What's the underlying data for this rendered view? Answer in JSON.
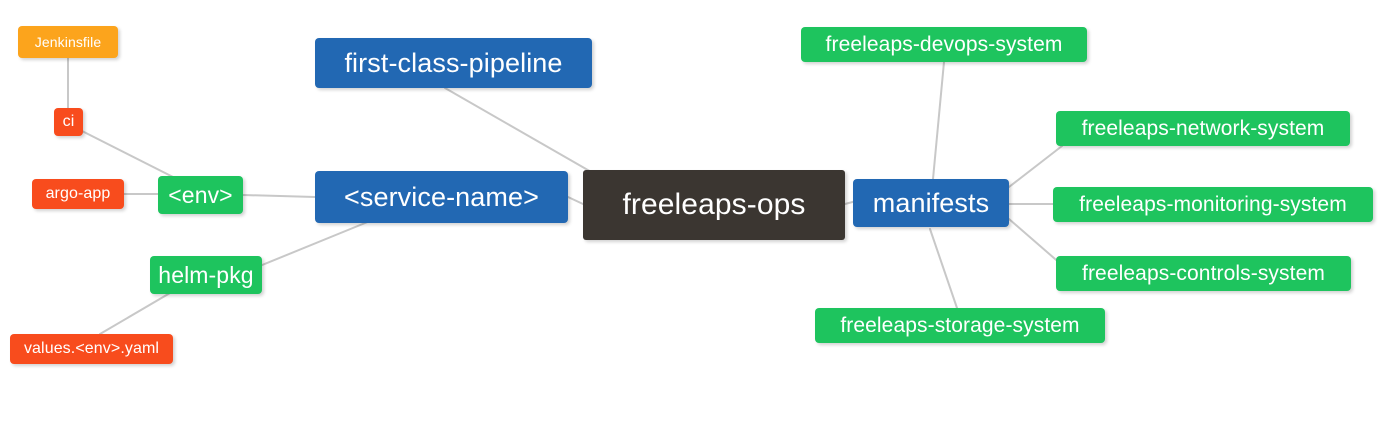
{
  "diagram": {
    "type": "mind-map",
    "title": "freeleaps-ops",
    "background_color": "#ffffff",
    "edge_color": "#c8c8c8",
    "palette": {
      "root_dark": "#3b3631",
      "blue": "#2268b3",
      "green": "#1ec45e",
      "orange": "#fca41c",
      "red": "#f84c1d",
      "text": "#ffffff"
    }
  },
  "nodes": {
    "root": {
      "label": "freeleaps-ops",
      "color": "#3b3631"
    },
    "service_name": {
      "label": "<service-name>",
      "color": "#2268b3"
    },
    "first_class_pipeline": {
      "label": "first-class-pipeline",
      "color": "#2268b3"
    },
    "manifests": {
      "label": "manifests",
      "color": "#2268b3"
    },
    "env": {
      "label": "<env>",
      "color": "#1ec45e"
    },
    "helm_pkg": {
      "label": "helm-pkg",
      "color": "#1ec45e"
    },
    "jenkinsfile": {
      "label": "Jenkinsfile",
      "color": "#fca41c"
    },
    "ci": {
      "label": "ci",
      "color": "#f84c1d"
    },
    "argo_app": {
      "label": "argo-app",
      "color": "#f84c1d"
    },
    "values_yaml": {
      "label": "values.<env>.yaml",
      "color": "#f84c1d"
    },
    "devops_system": {
      "label": "freeleaps-devops-system",
      "color": "#1ec45e"
    },
    "network_system": {
      "label": "freeleaps-network-system",
      "color": "#1ec45e"
    },
    "monitoring_system": {
      "label": "freeleaps-monitoring-system",
      "color": "#1ec45e"
    },
    "controls_system": {
      "label": "freeleaps-controls-system",
      "color": "#1ec45e"
    },
    "storage_system": {
      "label": "freeleaps-storage-system",
      "color": "#1ec45e"
    }
  },
  "edges": [
    {
      "from": "root",
      "to": "service_name"
    },
    {
      "from": "root",
      "to": "first_class_pipeline"
    },
    {
      "from": "root",
      "to": "manifests"
    },
    {
      "from": "service_name",
      "to": "env"
    },
    {
      "from": "service_name",
      "to": "helm_pkg"
    },
    {
      "from": "env",
      "to": "ci"
    },
    {
      "from": "env",
      "to": "argo_app"
    },
    {
      "from": "ci",
      "to": "jenkinsfile"
    },
    {
      "from": "helm_pkg",
      "to": "values_yaml"
    },
    {
      "from": "manifests",
      "to": "devops_system"
    },
    {
      "from": "manifests",
      "to": "network_system"
    },
    {
      "from": "manifests",
      "to": "monitoring_system"
    },
    {
      "from": "manifests",
      "to": "controls_system"
    },
    {
      "from": "manifests",
      "to": "storage_system"
    }
  ]
}
